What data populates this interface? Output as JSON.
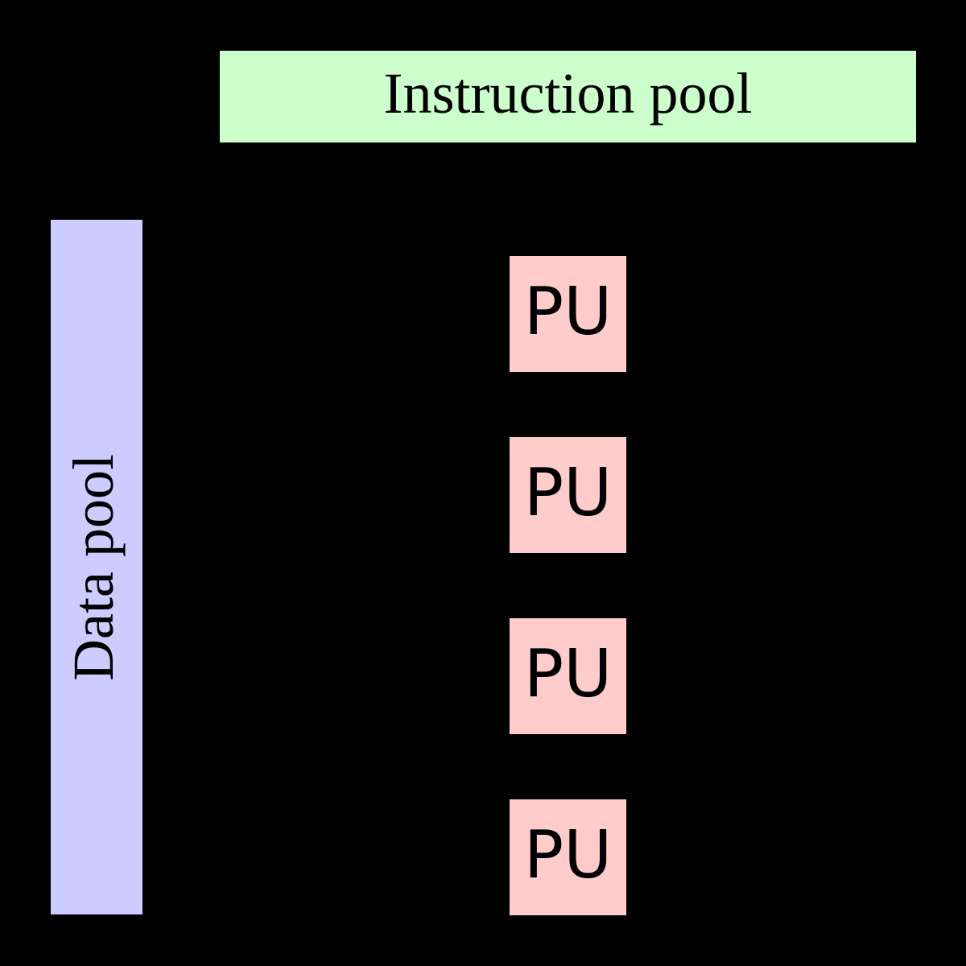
{
  "diagram": {
    "background_color": "#000000",
    "text_color": "#000000"
  },
  "instruction_pool": {
    "label": "Instruction pool",
    "color": "#ccffcc"
  },
  "data_pool": {
    "label": "Data pool",
    "color": "#ccccff"
  },
  "processing_units": {
    "color": "#ffcccc",
    "units": [
      {
        "label": "PU"
      },
      {
        "label": "PU"
      },
      {
        "label": "PU"
      },
      {
        "label": "PU"
      }
    ]
  }
}
